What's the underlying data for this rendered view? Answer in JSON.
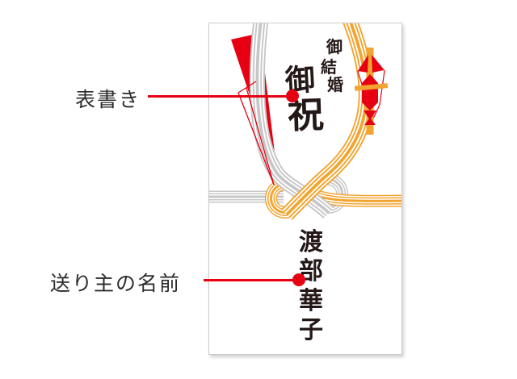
{
  "annotations": {
    "front_label": {
      "text": "表書き"
    },
    "sender_label": {
      "text": "送り主の名前"
    }
  },
  "envelope": {
    "heading_small": {
      "text": "御結婚",
      "chars": [
        "御",
        "結",
        "婚"
      ]
    },
    "heading_main": {
      "text": "御祝",
      "chars": [
        "御",
        "祝"
      ]
    },
    "sender_name": {
      "text": "渡部華子",
      "chars": [
        "渡",
        "部",
        "華",
        "子"
      ]
    },
    "decorations": {
      "fan": "red-folded-fan",
      "noshi": "noshi-ornament",
      "knot": "awaji-mizuhiki-knot-gold-silver"
    }
  },
  "colors": {
    "red": "#e60012",
    "gold": "#f2a430",
    "silver": "#c7c7c7",
    "ink": "#231815",
    "label": "#2b2b2b",
    "border": "#cccccc"
  }
}
